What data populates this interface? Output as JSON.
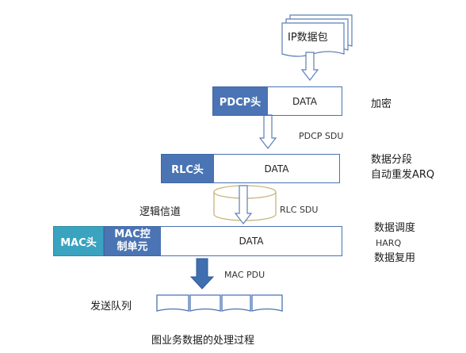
{
  "ip_packet": {
    "label": "IP数据包"
  },
  "pdcp": {
    "header": "PDCP头",
    "data": "DATA",
    "function": "加密",
    "sdu_label": "PDCP SDU"
  },
  "rlc": {
    "header": "RLC头",
    "data": "DATA",
    "functions": [
      "数据分段",
      "自动重发ARQ"
    ],
    "sdu_label": "RLC SDU"
  },
  "logical_channel": {
    "label": "逻辑信道"
  },
  "mac": {
    "header": "MAC头",
    "control_unit": [
      "MAC控",
      "制单元"
    ],
    "data": "DATA",
    "functions": [
      "数据调度",
      "HARQ",
      "数据复用"
    ],
    "pdu_label": "MAC PDU"
  },
  "send_queue": {
    "label": "发送队列"
  },
  "caption": "图业务数据的处理过程",
  "colors": {
    "header_blue": "#4a74b4",
    "header_teal": "#3aa3c0",
    "box_border": "#4a72b0",
    "cylinder": "#c8b47a",
    "arrow_dark": "#3f6fb0"
  }
}
